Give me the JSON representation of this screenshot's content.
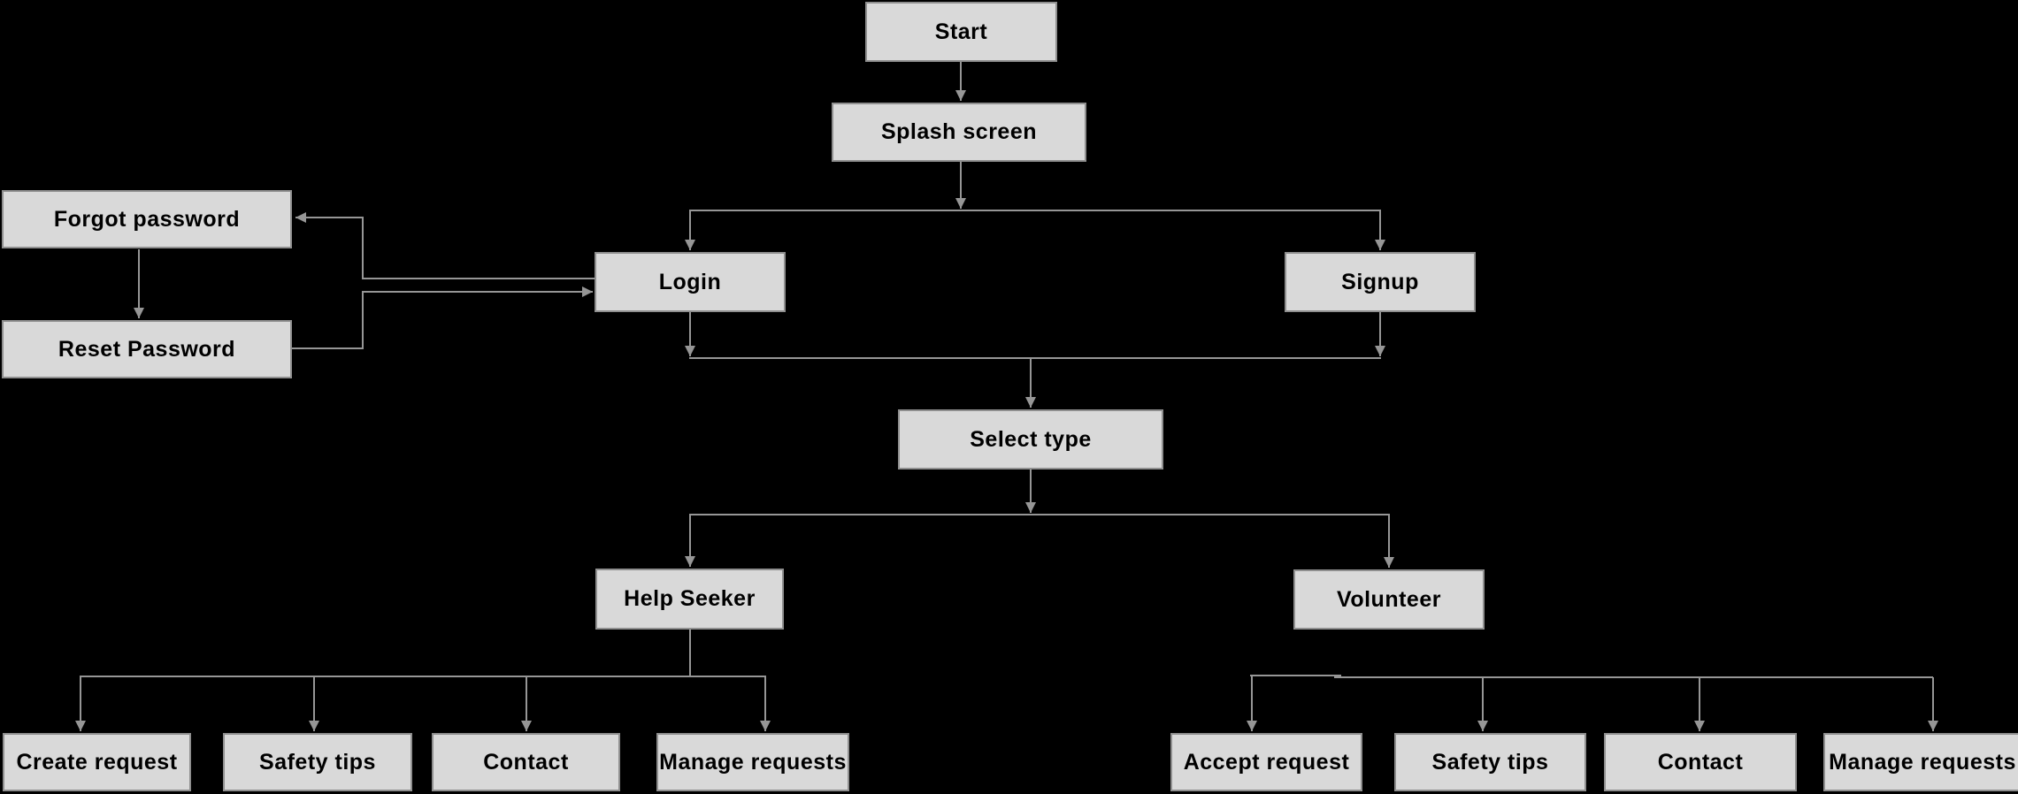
{
  "diagram": {
    "title": "App navigation flowchart",
    "background_color": "#000000",
    "node_fill_color": "#d9d9d9",
    "node_border_color": "#8f8f8f",
    "connector_color": "#969696",
    "text_color": "#000000"
  },
  "nodes": {
    "start": {
      "label": "Start"
    },
    "splash": {
      "label": "Splash screen"
    },
    "forgot_password": {
      "label": "Forgot password"
    },
    "reset_password": {
      "label": "Reset Password"
    },
    "login": {
      "label": "Login"
    },
    "signup": {
      "label": "Signup"
    },
    "select_type": {
      "label": "Select type"
    },
    "help_seeker": {
      "label": "Help Seeker"
    },
    "volunteer": {
      "label": "Volunteer"
    },
    "hs_create_request": {
      "label": "Create request"
    },
    "hs_safety_tips": {
      "label": "Safety tips"
    },
    "hs_contact": {
      "label": "Contact"
    },
    "hs_manage_requests": {
      "label": "Manage requests"
    },
    "vol_accept_request": {
      "label": "Accept request"
    },
    "vol_safety_tips": {
      "label": "Safety tips"
    },
    "vol_contact": {
      "label": "Contact"
    },
    "vol_manage_requests": {
      "label": "Manage requests"
    }
  },
  "edges": [
    {
      "from": "start",
      "to": "splash"
    },
    {
      "from": "splash",
      "to": "login"
    },
    {
      "from": "splash",
      "to": "signup"
    },
    {
      "from": "login",
      "to": "forgot_password"
    },
    {
      "from": "forgot_password",
      "to": "reset_password"
    },
    {
      "from": "reset_password",
      "to": "login"
    },
    {
      "from": "login",
      "to": "select_type"
    },
    {
      "from": "signup",
      "to": "select_type"
    },
    {
      "from": "select_type",
      "to": "help_seeker"
    },
    {
      "from": "select_type",
      "to": "volunteer"
    },
    {
      "from": "help_seeker",
      "to": "hs_create_request"
    },
    {
      "from": "help_seeker",
      "to": "hs_safety_tips"
    },
    {
      "from": "help_seeker",
      "to": "hs_contact"
    },
    {
      "from": "help_seeker",
      "to": "hs_manage_requests"
    },
    {
      "from": "volunteer",
      "to": "vol_accept_request"
    },
    {
      "from": "volunteer",
      "to": "vol_safety_tips"
    },
    {
      "from": "volunteer",
      "to": "vol_contact"
    },
    {
      "from": "volunteer",
      "to": "vol_manage_requests"
    }
  ]
}
